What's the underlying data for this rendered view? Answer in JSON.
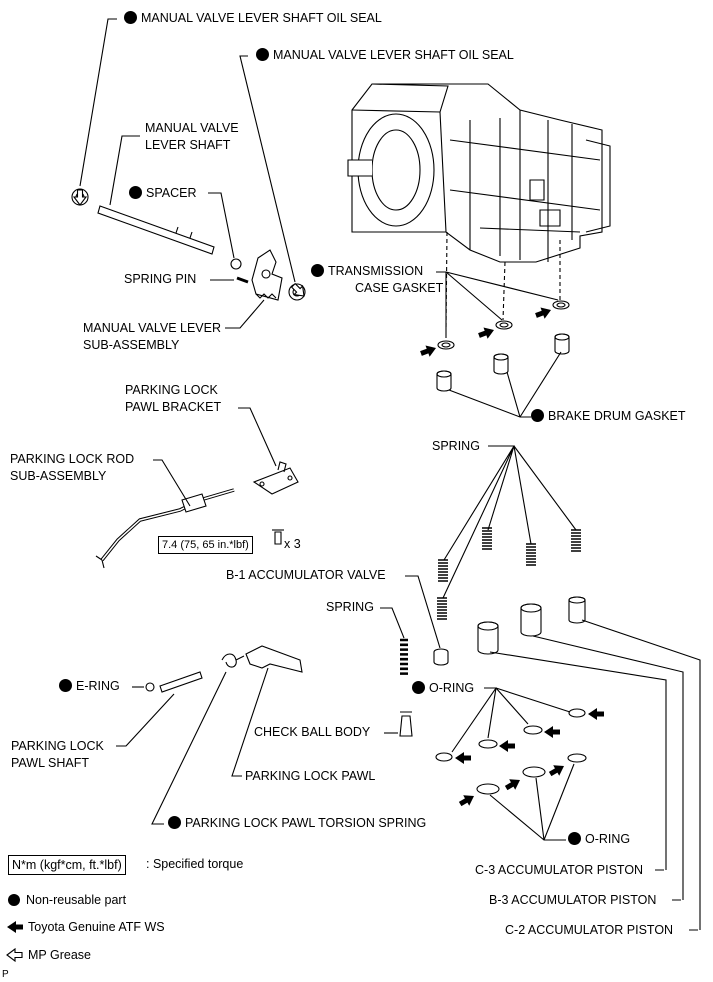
{
  "labels": {
    "oil_seal_1": "MANUAL VALVE LEVER SHAFT OIL SEAL",
    "oil_seal_2": "MANUAL VALVE LEVER SHAFT OIL SEAL",
    "lever_shaft_l1": "MANUAL VALVE",
    "lever_shaft_l2": "LEVER SHAFT",
    "spacer": "SPACER",
    "spring_pin": "SPRING PIN",
    "lever_sub_l1": "MANUAL VALVE LEVER",
    "lever_sub_l2": "SUB-ASSEMBLY",
    "case_gasket_l1": "TRANSMISSION",
    "case_gasket_l2": "CASE GASKET",
    "brake_drum_gasket": "BRAKE DRUM GASKET",
    "pawl_bracket_l1": "PARKING LOCK",
    "pawl_bracket_l2": "PAWL BRACKET",
    "rod_sub_l1": "PARKING LOCK ROD",
    "rod_sub_l2": "SUB-ASSEMBLY",
    "spring_top": "SPRING",
    "torque": "7.4 (75, 65 in.*lbf)",
    "qty": "x 3",
    "b1_accum_valve": "B-1 ACCUMULATOR VALVE",
    "spring_mid": "SPRING",
    "e_ring": "E-RING",
    "o_ring_1": "O-RING",
    "check_ball": "CHECK BALL BODY",
    "pawl_shaft_l1": "PARKING LOCK",
    "pawl_shaft_l2": "PAWL SHAFT",
    "pawl": "PARKING LOCK PAWL",
    "torsion_spring": "PARKING LOCK PAWL TORSION SPRING",
    "o_ring_2": "O-RING",
    "c3_piston": "C-3 ACCUMULATOR PISTON",
    "b3_piston": "B-3 ACCUMULATOR PISTON",
    "c2_piston": "C-2 ACCUMULATOR PISTON"
  },
  "legend": {
    "torque_box": "N*m (kgf*cm, ft.*lbf)",
    "torque_text": ": Specified torque",
    "non_reusable": "Non-reusable part",
    "atf": "Toyota Genuine ATF WS",
    "grease": "MP Grease"
  },
  "corner_mark": "P"
}
